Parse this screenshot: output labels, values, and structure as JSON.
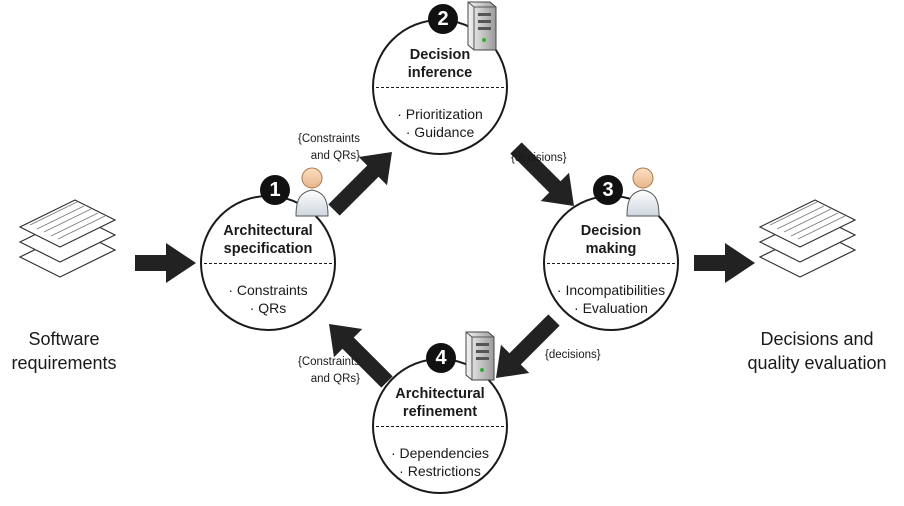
{
  "diagram": {
    "nodes": [
      {
        "step": "1",
        "role": "person-icon",
        "title_lines": [
          "Architectural",
          "specification"
        ],
        "items": [
          "· Constraints",
          "· QRs"
        ]
      },
      {
        "step": "2",
        "role": "server-icon",
        "title_lines": [
          "Decision",
          "inference"
        ],
        "items": [
          "· Prioritization",
          "· Guidance"
        ]
      },
      {
        "step": "3",
        "role": "person-icon",
        "title_lines": [
          "Decision",
          "making"
        ],
        "items": [
          "· Incompatibilities",
          "· Evaluation"
        ]
      },
      {
        "step": "4",
        "role": "server-icon",
        "title_lines": [
          "Architectural",
          "refinement"
        ],
        "items": [
          "· Dependencies",
          "· Restrictions"
        ]
      }
    ],
    "edges": [
      {
        "from": "1",
        "to": "2",
        "label_lines": [
          "{Constraints",
          "and QRs}"
        ]
      },
      {
        "from": "2",
        "to": "3",
        "label_lines": [
          "{decisions}"
        ]
      },
      {
        "from": "3",
        "to": "4",
        "label_lines": [
          "{decisions}"
        ]
      },
      {
        "from": "4",
        "to": "1",
        "label_lines": [
          "{Constraints",
          "and QRs}"
        ]
      }
    ],
    "input": {
      "label_lines": [
        "Software",
        "requirements"
      ],
      "icon": "document-stack-icon"
    },
    "output": {
      "label_lines": [
        "Decisions and",
        "quality evaluation"
      ],
      "icon": "document-stack-icon"
    }
  }
}
